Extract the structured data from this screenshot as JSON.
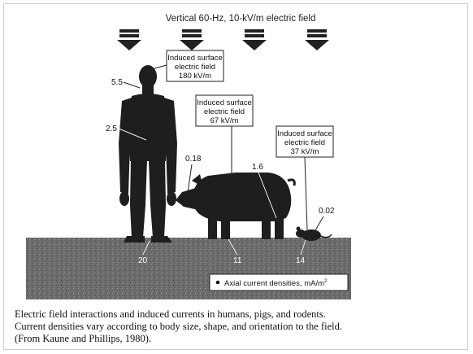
{
  "figure": {
    "title": "Vertical 60-Hz, 10-kV/m electric field",
    "callouts": {
      "human": [
        "Induced surface",
        "electric field",
        "180 kV/m"
      ],
      "pig": [
        "Induced surface",
        "electric field",
        "67 kV/m"
      ],
      "rodent": [
        "Induced surface",
        "electric field",
        "37 kV/m"
      ]
    },
    "values": {
      "human_head": "5.5",
      "human_body": "2.5",
      "human_feet": "20",
      "pig_snout": "0.18",
      "pig_leg": "1.6",
      "pig_feet": "11",
      "rodent_back": "0.02",
      "rodent_feet": "14"
    },
    "legend": "Axial current densities, mA/m",
    "legend_sup": "2"
  },
  "caption": {
    "line1": "Electric field interactions and induced currents in humans, pigs, and rodents.",
    "line2": "Current densities vary according to body size, shape, and orientation to the field.",
    "line3": "(From Kaune and Phillips, 1980)."
  }
}
